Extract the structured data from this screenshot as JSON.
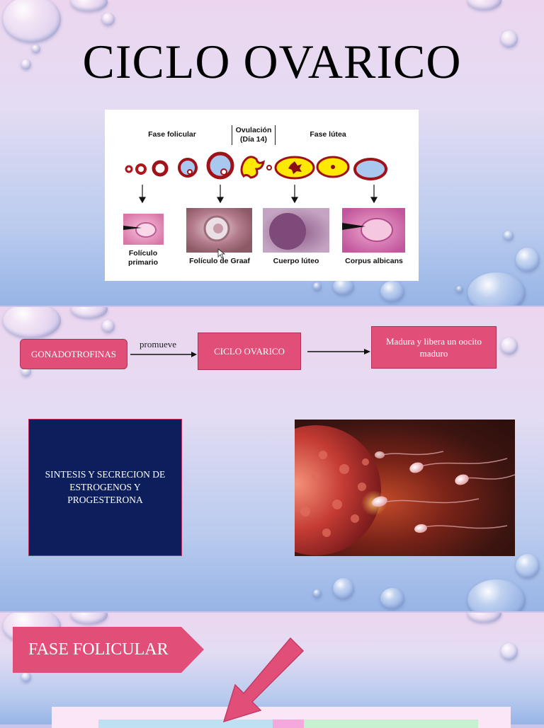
{
  "slide1": {
    "title": "CICLO OVARICO",
    "diagram": {
      "phase_follicular": "Fase folicular",
      "phase_ovulation_line1": "Ovulación",
      "phase_ovulation_line2": "(Día 14)",
      "phase_luteal": "Fase lútea",
      "label_primary_line1": "Folículo",
      "label_primary_line2": "primario",
      "label_graaf": "Folículo de Graaf",
      "label_luteum": "Cuerpo lúteo",
      "label_albicans": "Corpus albicans"
    }
  },
  "slide2": {
    "box_gonadotrofinas": "GONADOTROFINAS",
    "arrow_label": "promueve",
    "box_ciclo": "CICLO OVARICO",
    "box_madura": "Madura y libera un oocito maduro",
    "box_sintesis": "SINTESIS Y SECRECION DE ESTROGENOS Y PROGESTERONA"
  },
  "slide3": {
    "heading": "FASE FOLICULAR"
  },
  "colors": {
    "pink_box": "#e14f79",
    "navy_box": "#0c1f5c"
  }
}
